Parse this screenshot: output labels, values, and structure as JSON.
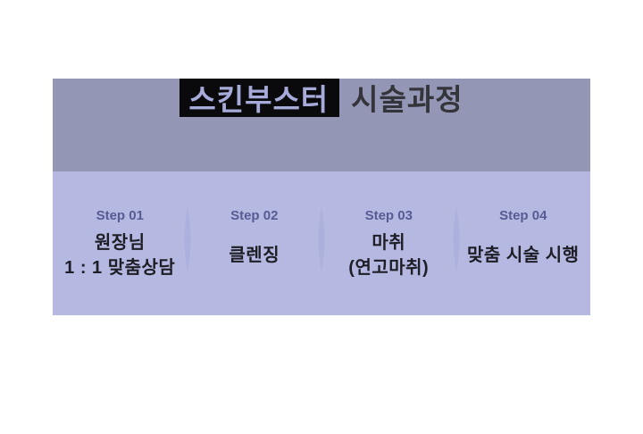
{
  "colors": {
    "page_bg": "#ffffff",
    "header_bg": "#9396b4",
    "steps_bg": "#b5b8e1",
    "title_box_bg": "#0a0a0c",
    "title_highlight_text": "#a6abd9",
    "title_rest_text": "#34343b",
    "step_label_text": "#575b94",
    "step_text": "#1e1e26",
    "divider_lens": "#aaaed9"
  },
  "header": {
    "title_highlight": "스킨부스터",
    "title_rest": "시술과정"
  },
  "steps_section": {
    "steps": [
      {
        "label": "Step 01",
        "text": "원장님\n1 : 1 맞춤상담"
      },
      {
        "label": "Step 02",
        "text": "클렌징"
      },
      {
        "label": "Step 03",
        "text": "마취\n(연고마취)"
      },
      {
        "label": "Step 04",
        "text": "맞춤 시술 시행"
      }
    ]
  }
}
